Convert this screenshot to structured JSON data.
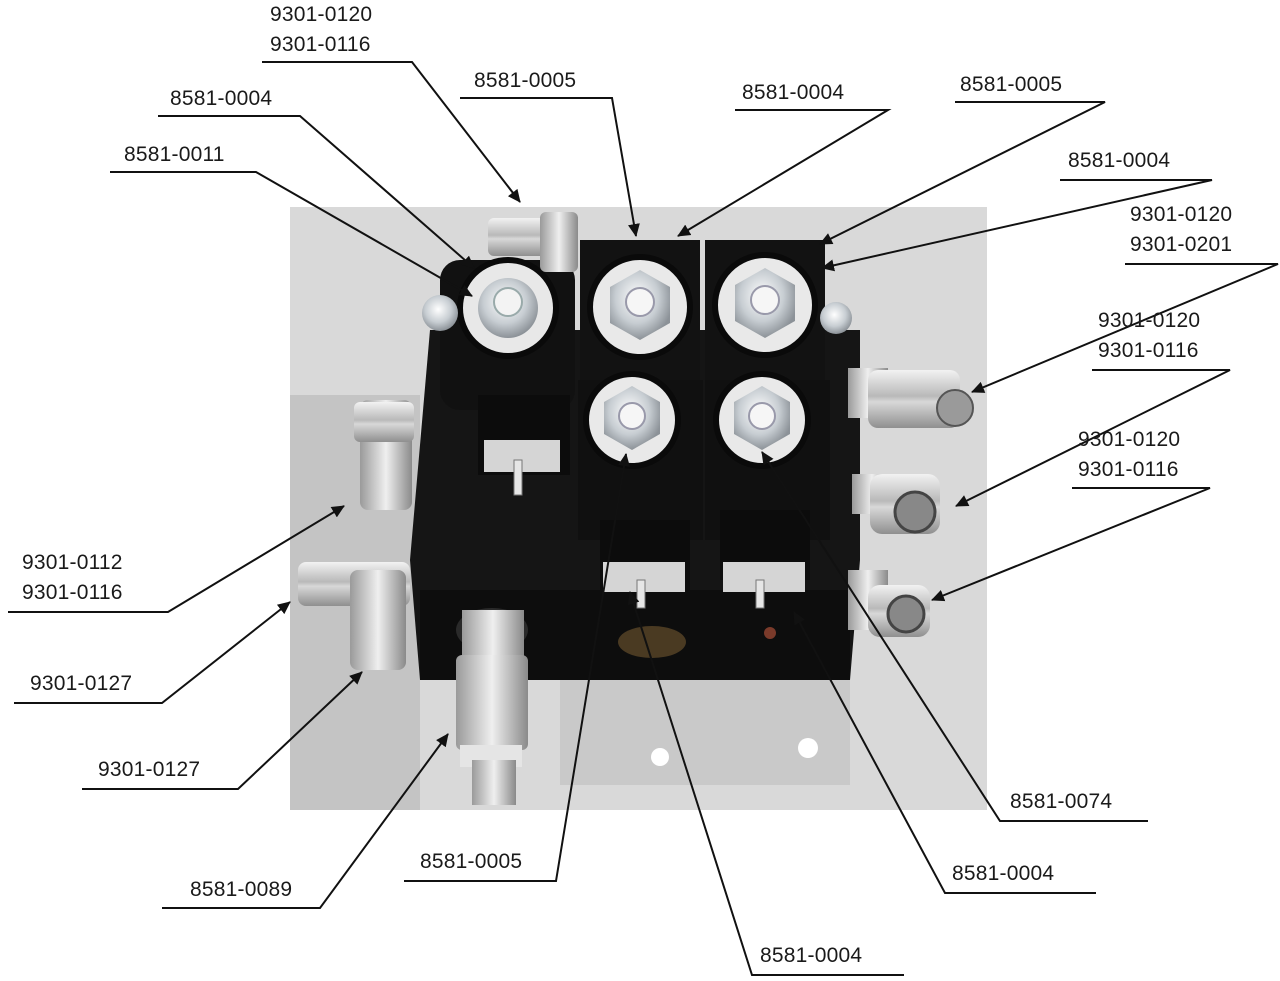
{
  "callouts": [
    {
      "id": "c01",
      "lines": [
        "9301-0120",
        "9301-0116"
      ]
    },
    {
      "id": "c02",
      "lines": [
        "8581-0004"
      ]
    },
    {
      "id": "c03",
      "lines": [
        "8581-0011"
      ]
    },
    {
      "id": "c04",
      "lines": [
        "8581-0005"
      ]
    },
    {
      "id": "c05",
      "lines": [
        "8581-0004"
      ]
    },
    {
      "id": "c06",
      "lines": [
        "8581-0005"
      ]
    },
    {
      "id": "c07",
      "lines": [
        "8581-0004"
      ]
    },
    {
      "id": "c08",
      "lines": [
        "9301-0120",
        "9301-0201"
      ]
    },
    {
      "id": "c09",
      "lines": [
        "9301-0120",
        "9301-0116"
      ]
    },
    {
      "id": "c10",
      "lines": [
        "9301-0120",
        "9301-0116"
      ]
    },
    {
      "id": "c11",
      "lines": [
        "9301-0112",
        "9301-0116"
      ]
    },
    {
      "id": "c12",
      "lines": [
        "9301-0127"
      ]
    },
    {
      "id": "c13",
      "lines": [
        "9301-0127"
      ]
    },
    {
      "id": "c14",
      "lines": [
        "8581-0074"
      ]
    },
    {
      "id": "c15",
      "lines": [
        "8581-0089"
      ]
    },
    {
      "id": "c16",
      "lines": [
        "8581-0005"
      ]
    },
    {
      "id": "c17",
      "lines": [
        "8581-0004"
      ]
    },
    {
      "id": "c18",
      "lines": [
        "8581-0004"
      ]
    }
  ]
}
